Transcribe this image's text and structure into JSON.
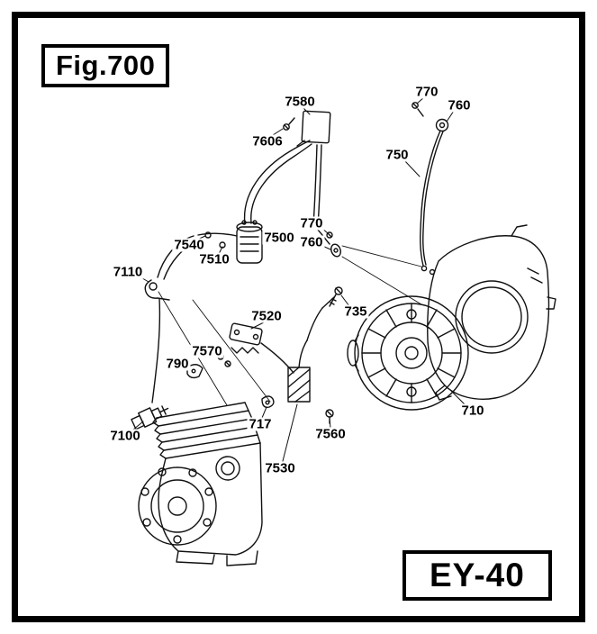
{
  "figure": {
    "title": "Fig.700",
    "model": "EY-40"
  },
  "colors": {
    "line": "#111111",
    "background": "#ffffff"
  },
  "labels": [
    {
      "id": "7580"
    },
    {
      "id": "7606"
    },
    {
      "id": "770"
    },
    {
      "id": "760"
    },
    {
      "id": "750"
    },
    {
      "id": "770"
    },
    {
      "id": "7540"
    },
    {
      "id": "7500"
    },
    {
      "id": "760"
    },
    {
      "id": "7510"
    },
    {
      "id": "7110"
    },
    {
      "id": "7520"
    },
    {
      "id": "735"
    },
    {
      "id": "7570"
    },
    {
      "id": "790"
    },
    {
      "id": "717"
    },
    {
      "id": "7560"
    },
    {
      "id": "710"
    },
    {
      "id": "7100"
    },
    {
      "id": "7530"
    }
  ]
}
